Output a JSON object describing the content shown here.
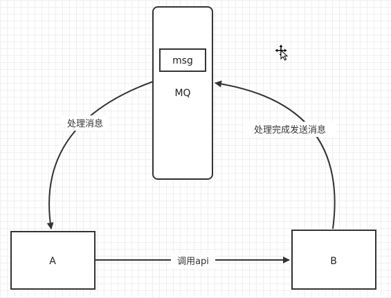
{
  "diagram": {
    "nodes": {
      "mq": {
        "label": "MQ"
      },
      "msg": {
        "label": "msg"
      },
      "a": {
        "label": "A"
      },
      "b": {
        "label": "B"
      }
    },
    "edges": {
      "mq_to_a": {
        "label": "处理消息"
      },
      "b_to_mq": {
        "label": "处理完成发送消息"
      },
      "a_to_b": {
        "label": "调用api"
      }
    }
  },
  "colors": {
    "stroke": "#333333",
    "grid": "#efefef",
    "background": "#ffffff"
  },
  "icons": {
    "cursor": "move-cursor-icon"
  }
}
